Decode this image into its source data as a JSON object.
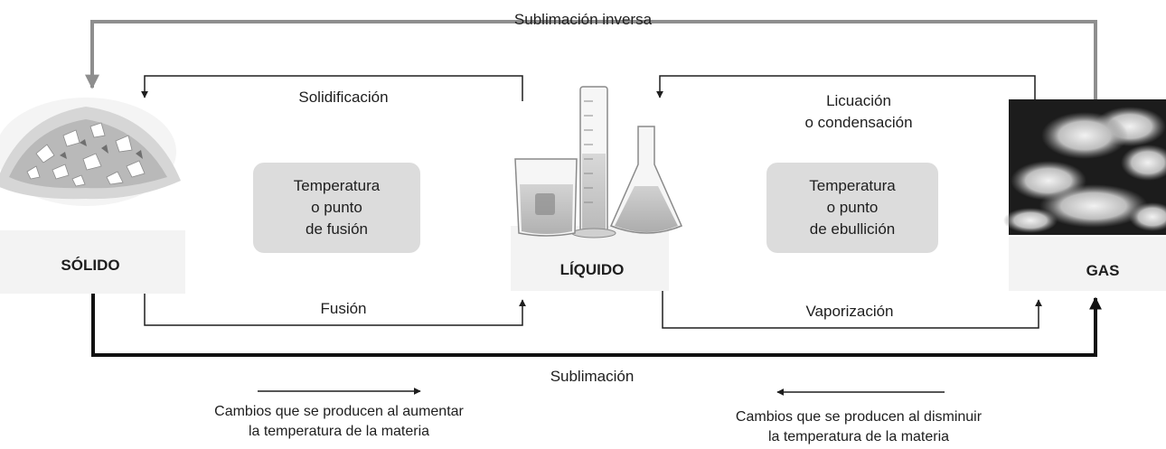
{
  "states": {
    "solid": "SÓLIDO",
    "liquid": "LÍQUIDO",
    "gas": "GAS"
  },
  "transitions": {
    "reverse_sublimation": "Sublimación inversa",
    "solidification": "Solidificación",
    "condensation": [
      "Licuación",
      "o condensación"
    ],
    "fusion": "Fusión",
    "vaporization": "Vaporización",
    "sublimation": "Sublimación"
  },
  "temperature_boxes": {
    "melting_point": [
      "Temperatura",
      "o punto",
      "de fusión"
    ],
    "boiling_point": [
      "Temperatura",
      "o punto",
      "de ebullición"
    ]
  },
  "legend": {
    "increase": [
      "Cambios que se producen al aumentar",
      "la temperatura de la materia"
    ],
    "decrease": [
      "Cambios que se producen al disminuir",
      "la temperatura de la materia"
    ]
  },
  "icons": [
    "solid-crystals-icon",
    "lab-glassware-icon",
    "gas-cloud-icon"
  ]
}
